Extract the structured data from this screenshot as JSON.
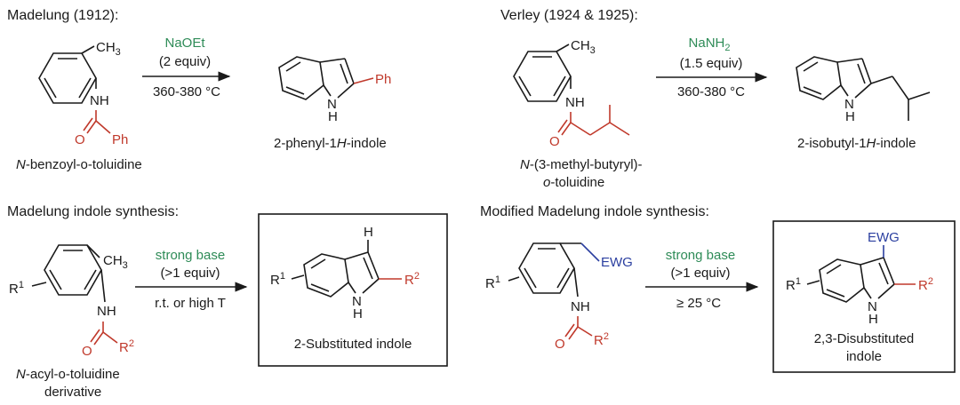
{
  "sections": {
    "madelung_1912": "Madelung (1912):",
    "verley": "Verley (1924 & 1925):",
    "madelung_synthesis": "Madelung indole synthesis:",
    "modified_madelung": "Modified Madelung indole synthesis:"
  },
  "reaction1": {
    "reagent": "NaOEt",
    "equiv": "(2 equiv)",
    "condition": "360-380 °C",
    "reactant_name_italic": "N",
    "reactant_name_rest": "-benzoyl-o-toluidine",
    "product_name_pre": "2-phenyl-1",
    "product_name_italic": "H",
    "product_name_post": "-indole",
    "ch3": "CH",
    "ch3_sub": "3",
    "nh": "NH",
    "o": "O",
    "ph": "Ph",
    "product_ph": "Ph",
    "product_nh_n": "N",
    "product_nh_h": "H"
  },
  "reaction2": {
    "reagent": "NaNH",
    "reagent_sub": "2",
    "equiv": "(1.5 equiv)",
    "condition": "360-380 °C",
    "reactant_line1_italic": "N",
    "reactant_line1_rest": "-(3-methyl-butyryl)-",
    "reactant_line2_italic": "o",
    "reactant_line2_rest": "-toluidine",
    "product_name_pre": "2-isobutyl-1",
    "product_name_italic": "H",
    "product_name_post": "-indole",
    "ch3": "CH",
    "ch3_sub": "3",
    "nh": "NH",
    "o": "O",
    "product_nh_n": "N",
    "product_nh_h": "H"
  },
  "reaction3": {
    "reagent": "strong base",
    "equiv": "(>1 equiv)",
    "condition": "r.t. or high T",
    "reactant_line1_italic": "N",
    "reactant_line1_rest": "-acyl-o-toluidine",
    "reactant_line2": "derivative",
    "product_name": "2-Substituted indole",
    "ch3": "CH",
    "ch3_sub": "3",
    "nh": "NH",
    "o": "O",
    "r1": "R",
    "r1_sup": "1",
    "r2": "R",
    "r2_sup": "2",
    "prod_h": "H",
    "prod_r1": "R",
    "prod_r1_sup": "1",
    "prod_r2": "R",
    "prod_r2_sup": "2",
    "product_nh_n": "N",
    "product_nh_h": "H"
  },
  "reaction4": {
    "reagent": "strong base",
    "equiv": "(>1 equiv)",
    "condition": "≥ 25 °C",
    "product_line1": "2,3-Disubstituted",
    "product_line2": "indole",
    "ewg": "EWG",
    "nh": "NH",
    "o": "O",
    "r1": "R",
    "r1_sup": "1",
    "r2": "R",
    "r2_sup": "2",
    "prod_ewg": "EWG",
    "prod_r1": "R",
    "prod_r1_sup": "1",
    "prod_r2": "R",
    "prod_r2_sup": "2",
    "product_nh_n": "N",
    "product_nh_h": "H"
  },
  "colors": {
    "reagent": "#2e8b57",
    "acyl": "#c0392b",
    "ewg": "#2b3fa0"
  }
}
